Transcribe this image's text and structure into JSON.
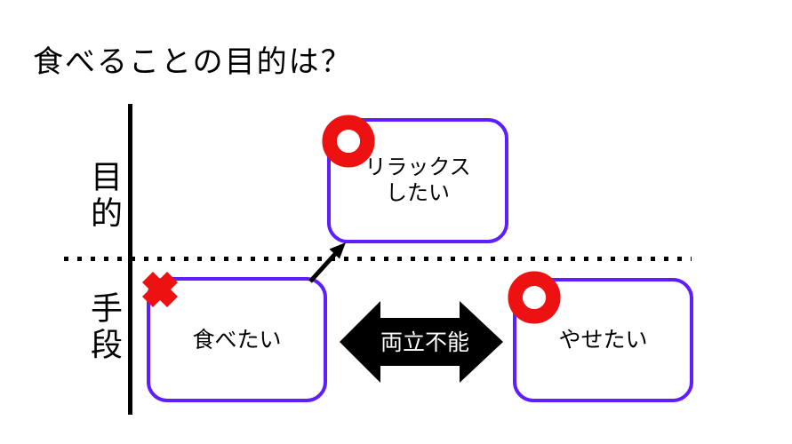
{
  "title": "食べることの目的は？",
  "axis": {
    "upper_label": "目的",
    "lower_label": "手段"
  },
  "boxes": {
    "relax": {
      "label": "リラックス\nしたい",
      "mark": "circle"
    },
    "eat": {
      "label": "食べたい",
      "mark": "cross"
    },
    "diet": {
      "label": "やせたい",
      "mark": "circle"
    }
  },
  "relation": {
    "label": "両立不能"
  },
  "icons": {
    "circle_mark": "circle-mark",
    "cross_mark": "cross-mark",
    "double_arrow": "double-headed-arrow",
    "up_arrow": "means-to-purpose-arrow"
  },
  "colors": {
    "box_border": "#5e1eff",
    "mark_red": "#ee1111",
    "line_black": "#000000",
    "relation_bg": "#000000",
    "relation_text": "#ffffff",
    "background": "#ffffff"
  }
}
